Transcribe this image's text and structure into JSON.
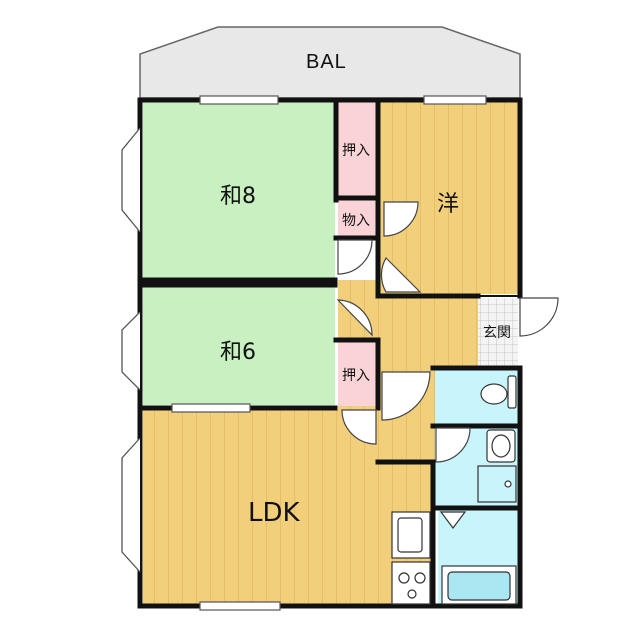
{
  "balcony": {
    "label": "BAL"
  },
  "rooms": {
    "washitsu8": "和8",
    "youshitsu": "洋",
    "washitsu6": "和6",
    "ldk": "LDK",
    "genkan": "玄関"
  },
  "storage": {
    "oshiire_upper": "押入",
    "mono_ire": "物入",
    "oshiire_lower": "押入"
  },
  "colors": {
    "tatami": "#c9f0c1",
    "wood_floor": "#f2cf7a",
    "wood_line": "#ddb257",
    "wet_area": "#c8f5fb",
    "closet": "#f9d3d6",
    "balcony": "#e8e8e8",
    "wall": "#111111"
  },
  "icons": [
    "toilet-icon",
    "washbasin-icon",
    "bathtub-icon",
    "kitchen-sink-icon",
    "stove-icon",
    "door-swing-icon",
    "window-icon"
  ]
}
